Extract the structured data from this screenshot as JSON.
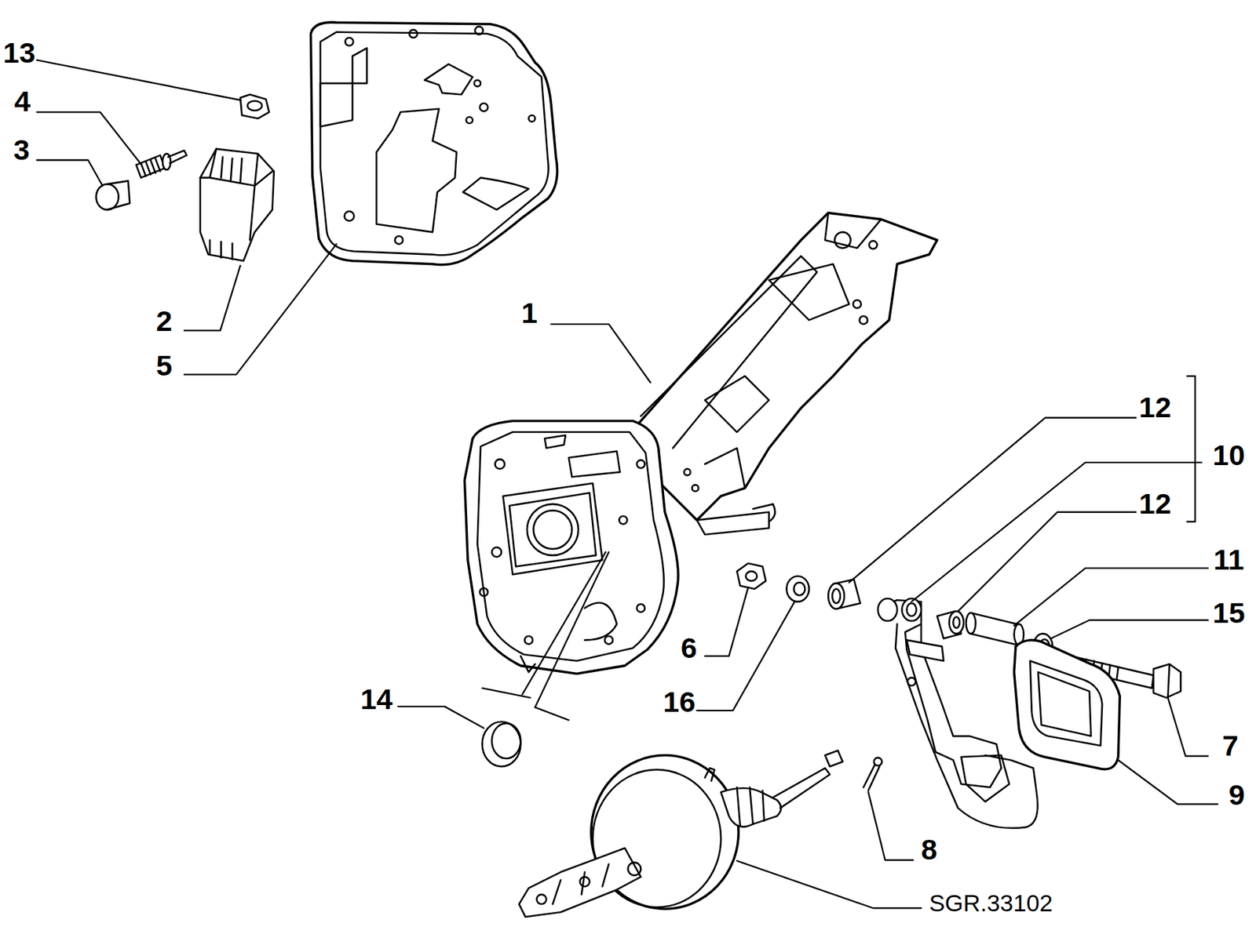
{
  "diagram": {
    "labels": [
      "13",
      "4",
      "3",
      "2",
      "5",
      "1",
      "12",
      "10",
      "12",
      "11",
      "15",
      "6",
      "16",
      "7",
      "14",
      "9",
      "8",
      "SGR.33102"
    ]
  }
}
